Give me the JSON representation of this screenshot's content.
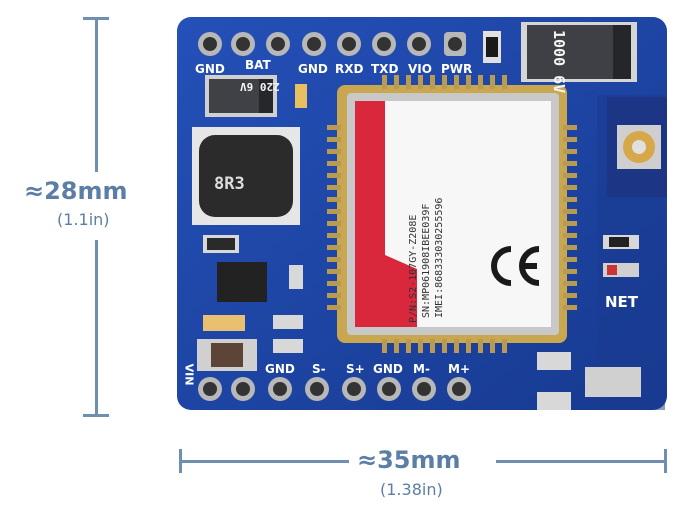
{
  "dimensions": {
    "height_label": "≈28mm",
    "height_sub": "(1.1in)",
    "width_label": "≈35mm",
    "width_sub": "(1.38in)"
  },
  "top_pins": [
    "GND",
    "BAT",
    "GND",
    "RXD",
    "TXD",
    "VIO",
    "PWR"
  ],
  "bottom_pins": [
    "GND",
    "S-",
    "S+",
    "GND",
    "M-",
    "M+"
  ],
  "bottom_left_label": "VIN",
  "net_label": "NET",
  "module_text": {
    "pn": "P/N:S2-107GY-Z208E",
    "sn": "SN:MP061908IBEE039F",
    "imei": "IMEI:868333030255596",
    "ce": "CE"
  },
  "capacitor_big": "1000 6V",
  "capacitor_small": "220 6V",
  "inductor": "8R3",
  "colors": {
    "pcb": "#1d3f9e",
    "dimension": "#6f8fb2"
  }
}
